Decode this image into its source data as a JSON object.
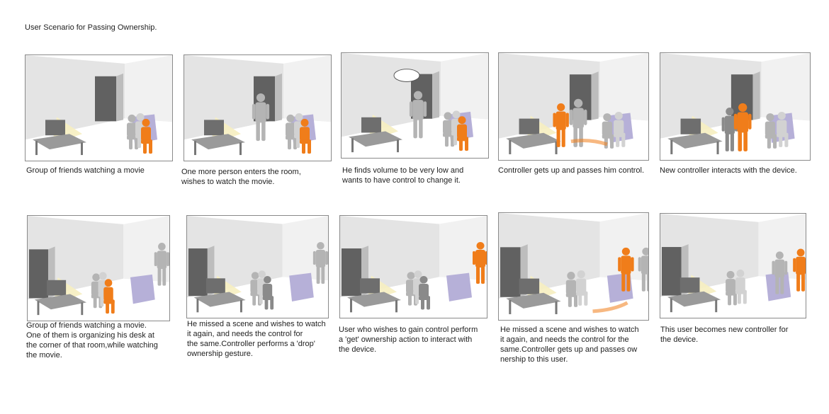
{
  "title": "User Scenario for Passing Ownership.",
  "colors": {
    "accent": "#f07d1a",
    "person": "#b4b4b4",
    "person_dark": "#8a8a8a",
    "wall": "#e4e4e4",
    "door": "#616161",
    "couch": "#b6b0d8",
    "light": "#f6eec0"
  },
  "panels": [
    {
      "caption": "Group of friends watching a movie"
    },
    {
      "caption": "One more person enters the room,\nwishes to watch the movie."
    },
    {
      "caption": "He finds volume to be very low and\nwants to have control to change it."
    },
    {
      "caption": "Controller gets up and passes him control."
    },
    {
      "caption": "New controller interacts with the device."
    },
    {
      "caption": "Group of friends watching a movie.\nOne of them is organizing his desk at\nthe corner of that room,while watching\n the movie."
    },
    {
      "caption": "He missed a scene and wishes to watch\nit again, and needs the control for\nthe same.Controller performs a 'drop'\nownership gesture."
    },
    {
      "caption": "User who wishes to gain control perform\na 'get' ownership action to interact with\nthe device."
    },
    {
      "caption": "He missed a scene and wishes to watch\nit again, and needs the control for the\nsame.Controller gets up and passes ow\nnership to this user."
    },
    {
      "caption": "This user becomes new controller for\nthe device."
    }
  ]
}
